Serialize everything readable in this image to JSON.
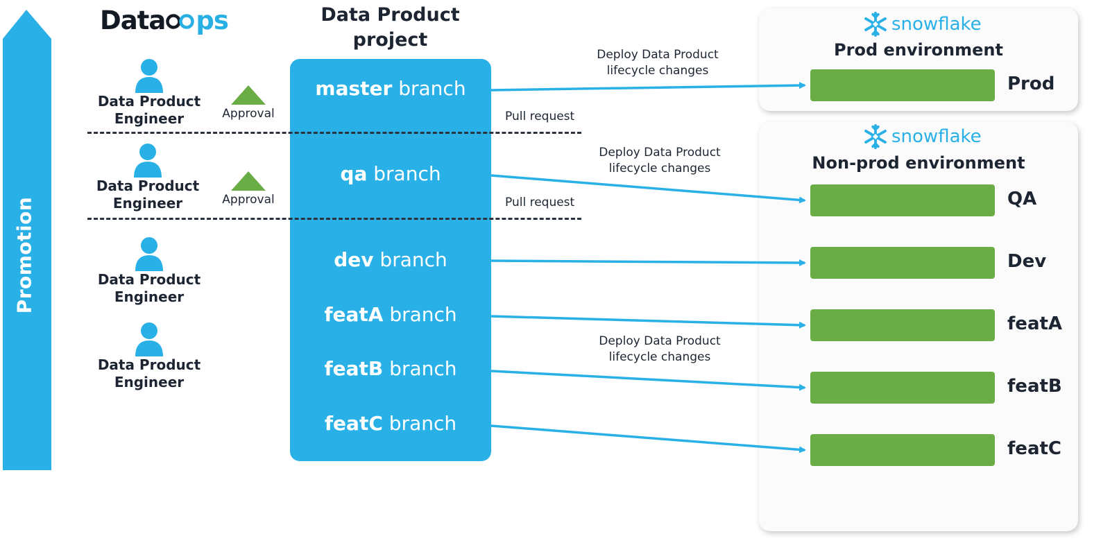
{
  "promotion": {
    "label": "Promotion"
  },
  "logo": {
    "part1": "Data",
    "part2": "ps"
  },
  "project": {
    "title_line1": "Data Product",
    "title_line2": "project"
  },
  "engineers": [
    {
      "line1": "Data Product",
      "line2": "Engineer"
    },
    {
      "line1": "Data Product",
      "line2": "Engineer"
    },
    {
      "line1": "Data Product",
      "line2": "Engineer"
    },
    {
      "line1": "Data Product",
      "line2": "Engineer"
    }
  ],
  "approvals": [
    {
      "label": "Approval"
    },
    {
      "label": "Approval"
    }
  ],
  "pull_requests": [
    {
      "label": "Pull request"
    },
    {
      "label": "Pull request"
    }
  ],
  "branches": [
    {
      "name": "master",
      "suffix": "branch"
    },
    {
      "name": "qa",
      "suffix": "branch"
    },
    {
      "name": "dev",
      "suffix": "branch"
    },
    {
      "name": "featA",
      "suffix": "branch"
    },
    {
      "name": "featB",
      "suffix": "branch"
    },
    {
      "name": "featC",
      "suffix": "branch"
    }
  ],
  "deploy_labels": [
    {
      "line1": "Deploy Data Product",
      "line2": "lifecycle changes"
    },
    {
      "line1": "Deploy Data Product",
      "line2": "lifecycle changes"
    },
    {
      "line1": "Deploy Data Product",
      "line2": "lifecycle changes"
    }
  ],
  "prod_panel": {
    "brand": "snowflake",
    "title": "Prod environment",
    "environments": [
      "Prod"
    ]
  },
  "nonprod_panel": {
    "brand": "snowflake",
    "title": "Non-prod environment",
    "environments": [
      "QA",
      "Dev",
      "featA",
      "featB",
      "featC"
    ]
  },
  "colors": {
    "accent_blue": "#29b0e6",
    "env_green": "#6aac46",
    "approval_green": "#6aac46",
    "text_dark": "#1d2533"
  }
}
